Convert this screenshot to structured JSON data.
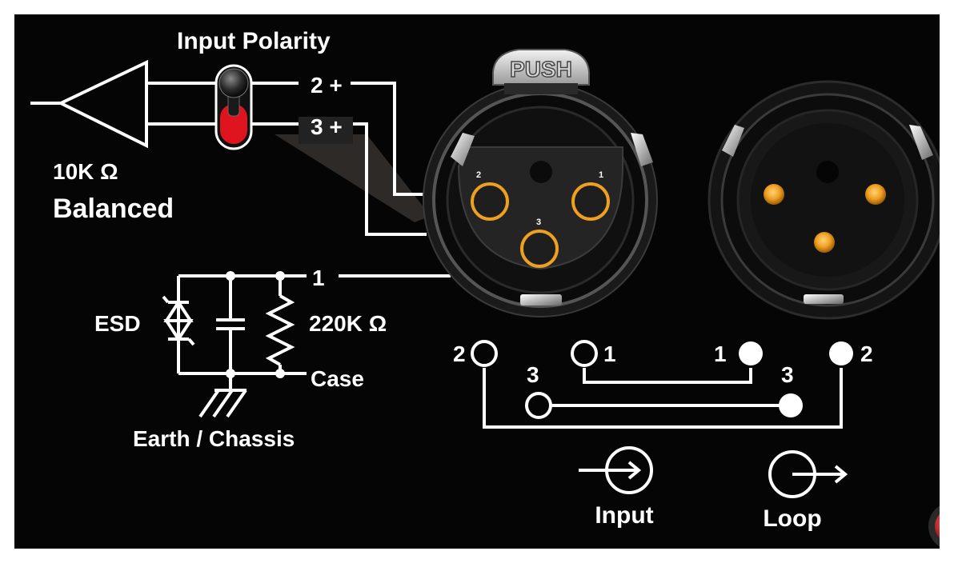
{
  "labels": {
    "input_polarity": "Input Polarity",
    "impedance": "10K Ω",
    "balanced": "Balanced",
    "pin2_plus": "2 +",
    "pin3_plus": "3 +",
    "pin1": "1",
    "esd": "ESD",
    "resistor": "220K Ω",
    "case": "Case",
    "earth": "Earth / Chassis",
    "push": "PUSH",
    "female_pin_2": "2",
    "female_pin_1": "1",
    "female_pin_3": "3"
  },
  "wiring": {
    "input_pin2": "2",
    "input_pin1": "1",
    "input_pin3": "3",
    "loop_pin1": "1",
    "loop_pin3": "3",
    "loop_pin2": "2",
    "input_label": "Input",
    "loop_label": "Loop"
  },
  "colors": {
    "panel": "#050505",
    "line": "#ffffff",
    "pin_gold": "#f0a020",
    "switch_red": "#e0141e",
    "indicator_red": "#c4141a"
  }
}
